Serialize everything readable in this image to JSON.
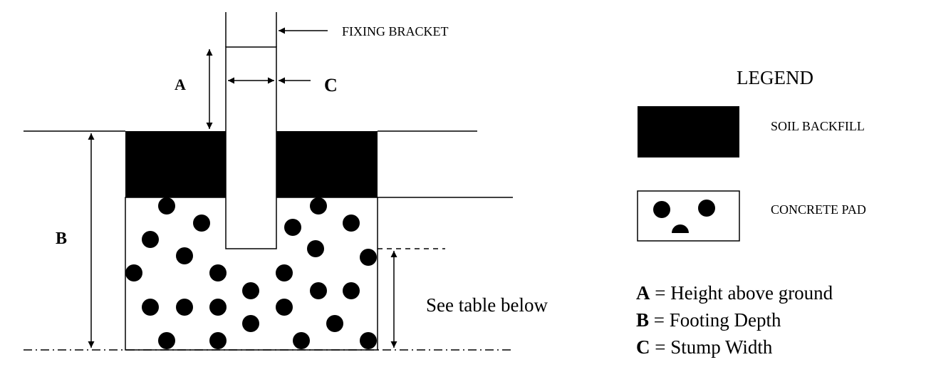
{
  "labels": {
    "fixing_bracket": "FIXING BRACKET",
    "a": "A",
    "b": "B",
    "c": "C",
    "see_table": "See table below"
  },
  "legend": {
    "title": "LEGEND",
    "items": [
      {
        "label": "SOIL BACKFILL"
      },
      {
        "label": "CONCRETE PAD"
      }
    ]
  },
  "key": [
    {
      "letter": "A",
      "separator": "=",
      "description": "Height above ground"
    },
    {
      "letter": "B",
      "separator": "=",
      "description": "Footing Depth"
    },
    {
      "letter": "C",
      "separator": "=",
      "description": "Stump Width"
    }
  ],
  "colors": {
    "ink": "#000000",
    "background": "#ffffff"
  }
}
